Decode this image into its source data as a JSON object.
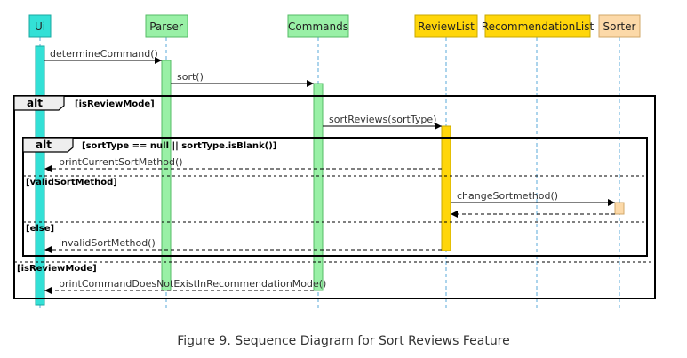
{
  "participants": [
    {
      "id": "ui",
      "label": "Ui",
      "fill": "#33e0d6",
      "stroke": "#1aa8a0"
    },
    {
      "id": "parser",
      "label": "Parser",
      "fill": "#99f0a6",
      "stroke": "#55bb66"
    },
    {
      "id": "commands",
      "label": "Commands",
      "fill": "#99f0a6",
      "stroke": "#55bb66"
    },
    {
      "id": "reviewlist",
      "label": "ReviewList",
      "fill": "#ffd60a",
      "stroke": "#c9a800"
    },
    {
      "id": "recommendationlist",
      "label": "RecommendationList",
      "fill": "#ffd60a",
      "stroke": "#c9a800"
    },
    {
      "id": "sorter",
      "label": "Sorter",
      "fill": "#fcd9a8",
      "stroke": "#d2a86a"
    }
  ],
  "messages": [
    {
      "id": "determine",
      "text": "determineCommand()",
      "from": "ui",
      "to": "parser",
      "kind": "call"
    },
    {
      "id": "sort",
      "text": "sort()",
      "from": "parser",
      "to": "commands",
      "kind": "call"
    },
    {
      "id": "sortreviews",
      "text": "sortReviews(sortType)",
      "from": "commands",
      "to": "reviewlist",
      "kind": "call"
    },
    {
      "id": "printcurrent",
      "text": "printCurrentSortMethod()",
      "from": "reviewlist",
      "to": "ui",
      "kind": "return"
    },
    {
      "id": "changesort",
      "text": "changeSortmethod()",
      "from": "reviewlist",
      "to": "sorter",
      "kind": "call"
    },
    {
      "id": "sorterreturn",
      "text": "",
      "from": "sorter",
      "to": "reviewlist",
      "kind": "return"
    },
    {
      "id": "invalidsort",
      "text": "invalidSortMethod()",
      "from": "reviewlist",
      "to": "ui",
      "kind": "return"
    },
    {
      "id": "printnotexist",
      "text": "printCommandDoesNotExistInRecommendationMode()",
      "from": "commands",
      "to": "ui",
      "kind": "return"
    }
  ],
  "fragments": {
    "outer": {
      "label": "alt",
      "guard": "[isReviewMode]",
      "else_guard": "[isReviewMode]"
    },
    "inner": {
      "label": "alt",
      "guard": "[sortType == null || sortType.isBlank()]",
      "guard2": "[validSortMethod]",
      "guard3": "[else]"
    }
  },
  "caption": "Figure 9. Sequence Diagram for Sort Reviews Feature"
}
